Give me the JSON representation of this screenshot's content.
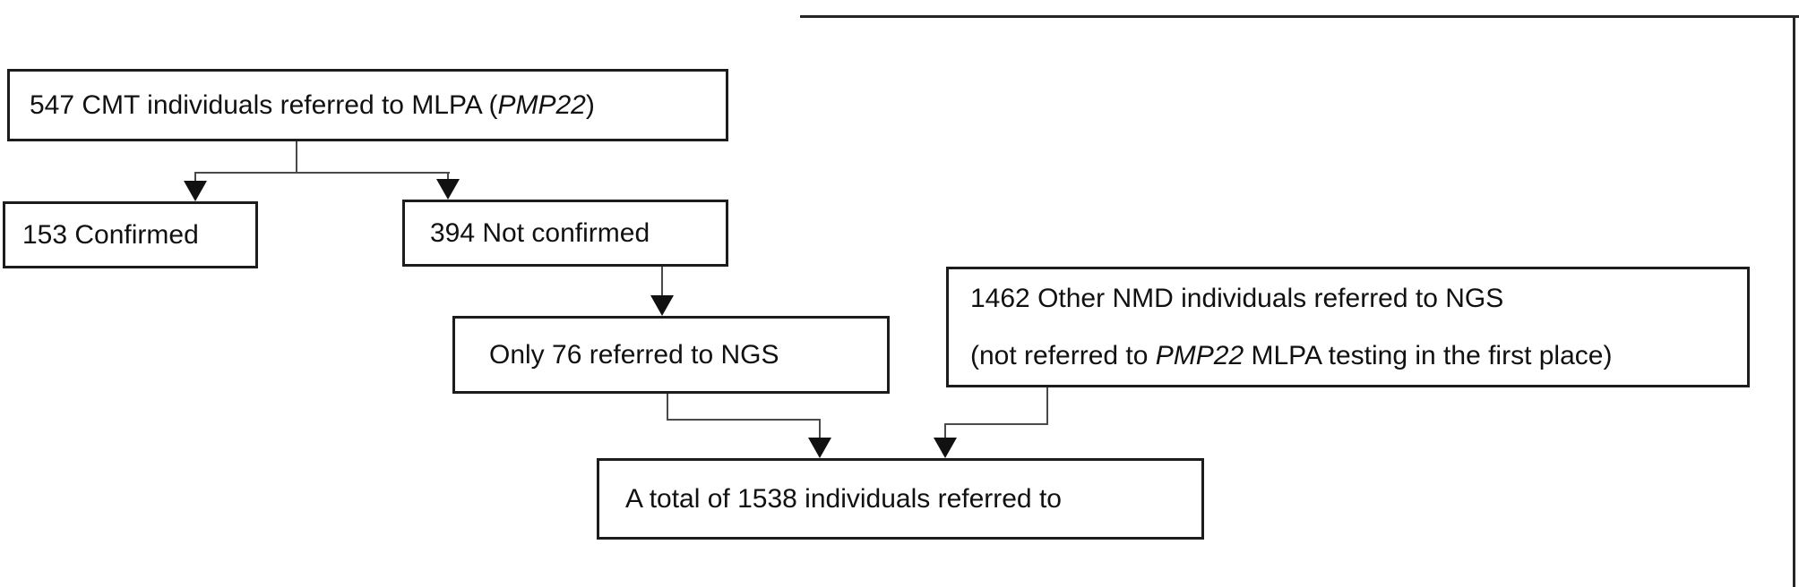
{
  "figure": {
    "boxes": {
      "mlpa": {
        "prefix": "547 CMT individuals referred to MLPA (",
        "gene": "PMP22",
        "suffix": ")"
      },
      "confirmed": {
        "label": "153 Confirmed"
      },
      "not_confirmed": {
        "label": "394 Not confirmed"
      },
      "ngs": {
        "label": "Only 76 referred to NGS"
      },
      "other_nmd": {
        "line1": "1462 Other NMD individuals referred to NGS",
        "line2_prefix": "(not referred to ",
        "gene": "PMP22",
        "line2_suffix": " MLPA testing in the first place)"
      },
      "total": {
        "label": "A total of 1538 individuals referred to"
      }
    },
    "colors": {
      "box_border": "#1c1c1c",
      "connector": "#4a4a4a",
      "arrow": "#111111",
      "background": "#ffffff",
      "page_border": "#262626"
    }
  }
}
